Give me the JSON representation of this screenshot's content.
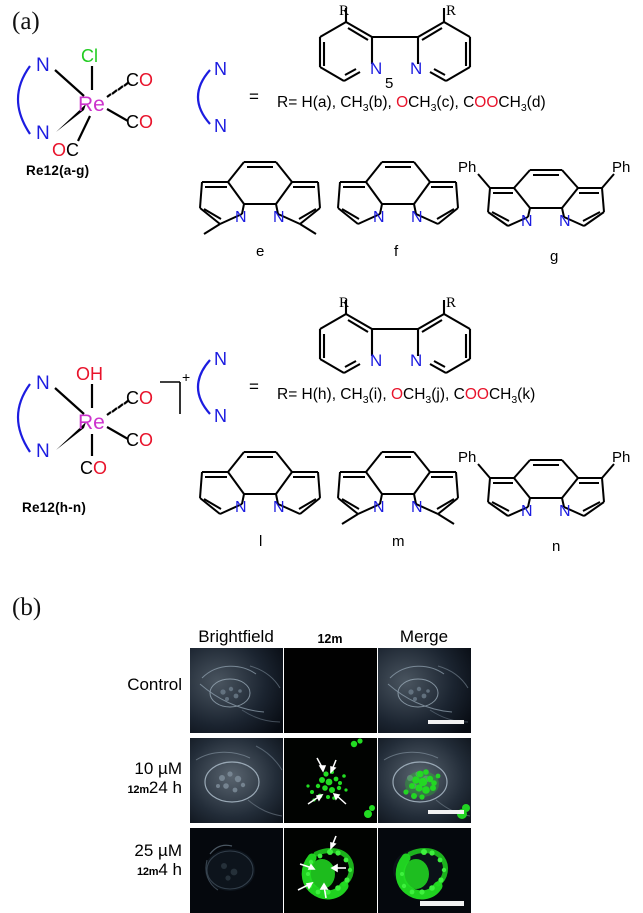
{
  "figure": {
    "panel_a_letter": "(a)",
    "panel_b_letter": "(b)"
  },
  "panel_a": {
    "complex_1": {
      "name": "Re12(a-g)",
      "metal": "Re",
      "metal_color": "#cc33cc",
      "axial_ligand": "Cl",
      "axial_ligand_color": "#22cc22",
      "carbonyls": [
        "CO",
        "CO",
        "OC"
      ],
      "donor_atoms": [
        "N",
        "N"
      ],
      "donor_color": "#1c1ce0",
      "charge": ""
    },
    "complex_2": {
      "name": "Re12(h-n)",
      "metal": "Re",
      "metal_color": "#cc33cc",
      "axial_ligand": "OH",
      "axial_ligand_color": "#e8132b",
      "carbonyls": [
        "CO",
        "CO",
        "CO"
      ],
      "donor_atoms": [
        "N",
        "N"
      ],
      "donor_color": "#1c1ce0",
      "charge": "+"
    },
    "chelate_symbol": {
      "top_atom": "N",
      "bottom_atom": "N",
      "equals": "="
    },
    "bipyridine_1": {
      "substituent_label": "R",
      "ring_nitrogen": "N",
      "structure_number": "5",
      "r_list_prefix": "R=",
      "r_groups": [
        {
          "text": "H(a)",
          "colored_part": "",
          "plain_part": "H(a)"
        },
        {
          "text": "CH3(b)",
          "colored_part": "",
          "plain_part": "CH3(b)"
        },
        {
          "text": "OCH3(c)",
          "colored_part": "O",
          "plain_part": "CH3(c)"
        },
        {
          "text": "COOCH3(d)",
          "colored_part": "OO",
          "plain_part": "CH3(d)"
        }
      ]
    },
    "bipyridine_2": {
      "substituent_label": "R",
      "ring_nitrogen": "N",
      "structure_number": "",
      "r_list_prefix": "R=",
      "r_groups": [
        {
          "text": "H(h)",
          "colored_part": "",
          "plain_part": "H(h)"
        },
        {
          "text": "CH3(i)",
          "colored_part": "",
          "plain_part": "CH3(i)"
        },
        {
          "text": "OCH3(j)",
          "colored_part": "O",
          "plain_part": "CH3(j)"
        },
        {
          "text": "COOCH3(k)",
          "colored_part": "OO",
          "plain_part": "CH3(k)"
        }
      ]
    },
    "phenanthrolines_row1": [
      {
        "label": "e",
        "substituents": [
          "CH3",
          "CH3"
        ],
        "substituent_type": "methyl",
        "position": "2,9"
      },
      {
        "label": "f",
        "substituents": [],
        "substituent_type": "none",
        "position": ""
      },
      {
        "label": "g",
        "substituents": [
          "Ph",
          "Ph"
        ],
        "substituent_type": "phenyl",
        "position": "4,7"
      }
    ],
    "phenanthrolines_row2": [
      {
        "label": "l",
        "substituents": [],
        "substituent_type": "none",
        "position": ""
      },
      {
        "label": "m",
        "substituents": [
          "CH3",
          "CH3"
        ],
        "substituent_type": "methyl",
        "position": "2,9"
      },
      {
        "label": "n",
        "substituents": [
          "Ph",
          "Ph"
        ],
        "substituent_type": "phenyl",
        "position": "4,7"
      }
    ],
    "colors": {
      "nitrogen": "#1c1ce0",
      "oxygen": "#e8132b",
      "chlorine": "#22cc22",
      "rhenium": "#cc33cc",
      "bond": "#000000"
    }
  },
  "panel_b": {
    "column_headers": [
      {
        "label": "Brightfield",
        "style": "normal"
      },
      {
        "label": "12m",
        "style": "bold-small"
      },
      {
        "label": "Merge",
        "style": "normal"
      }
    ],
    "rows": [
      {
        "label_main": "Control",
        "label_sub_tiny": "",
        "label_sub_main": "",
        "green_signal": "none",
        "arrows": 0,
        "scalebar": true
      },
      {
        "label_main": "10 µM",
        "label_sub_tiny": "12m",
        "label_sub_main": "24 h",
        "green_signal": "punctate",
        "arrows": 4,
        "scalebar": true
      },
      {
        "label_main": "25 µM",
        "label_sub_tiny": "12m",
        "label_sub_main": "4 h",
        "green_signal": "strong",
        "arrows": 5,
        "scalebar": true
      }
    ],
    "fluorophore_color": "#22dd22",
    "scalebar_color": "#f2f2f2",
    "arrow_color": "#ffffff"
  }
}
